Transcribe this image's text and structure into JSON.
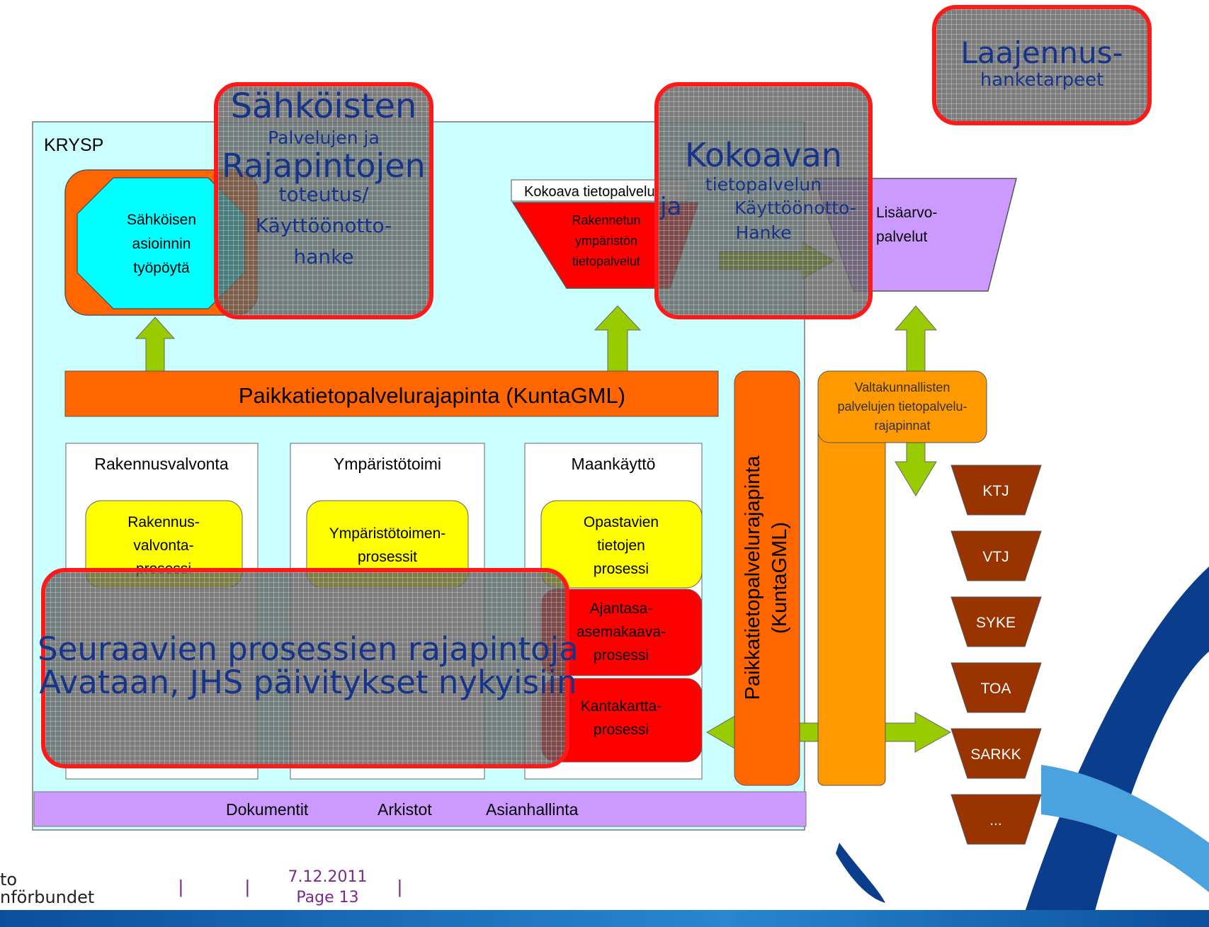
{
  "krysp": {
    "title": "KRYSP"
  },
  "octagon": {
    "label": [
      "Sähköisen",
      "asioinnin",
      "työpöytä"
    ]
  },
  "kokoava": {
    "header": "Kokoava tietopalvelu",
    "label": [
      "Rakennetun",
      "ympäristön",
      "tietopalvelut"
    ]
  },
  "lisaarvo": {
    "label": [
      "Lisäarvo-",
      "palvelut"
    ]
  },
  "interface_bar": {
    "label": "Paikkatietopalvelurajapinta (KuntaGML)"
  },
  "vertical_interface": {
    "label": [
      "Paikkatietopalvelurajapinta",
      "(KuntaGML)"
    ]
  },
  "valtakunnallisten": {
    "label": [
      "Valtakunnallisten",
      "palvelujen tietopalvelu-",
      "rajapinnat"
    ]
  },
  "columns": [
    {
      "title": "Rakennusvalvonta",
      "process": [
        "Rakennus-",
        "valvonta-",
        "prosessi"
      ]
    },
    {
      "title": "Ympäristötoimi",
      "process": [
        "Ympäristötoimen-",
        "prosessit"
      ]
    },
    {
      "title": "Maankäyttö",
      "process": [
        "Opastavien",
        "tietojen",
        "prosessi"
      ]
    }
  ],
  "red_processes": [
    [
      "Ajantasa-",
      "asemakaava-",
      "prosessi"
    ],
    [
      "Kantakartta-",
      "prosessi"
    ]
  ],
  "national_services": [
    "KTJ",
    "VTJ",
    "SYKE",
    "TOA",
    "SARKK",
    "..."
  ],
  "bottom_bar": {
    "items": [
      "Dokumentit",
      "Arkistot",
      "Asianhallinta"
    ]
  },
  "overlays": {
    "top_left": [
      "Sähköisten",
      "Palvelujen ja",
      "Rajapintojen",
      "toteutus/",
      "Käyttöönotto-",
      "hanke"
    ],
    "top_middle": [
      "Kokoavan",
      "tietopalvelun",
      "ja",
      "Käyttöönotto-",
      "Hanke"
    ],
    "top_right": [
      "Laajennus-",
      "hanketarpeet"
    ],
    "bottom": [
      "Seuraavien prosessien rajapintoja",
      "Avataan, JHS päivitykset nykyisiin"
    ]
  },
  "footer": {
    "logo_lines": [
      "to",
      "nförbundet"
    ],
    "date": "7.12.2011",
    "page": "Page 13",
    "separators": [
      "|",
      "|",
      "|"
    ]
  },
  "colors": {
    "background": "#ccffff",
    "orange": "#ff6600",
    "amber": "#ff9900",
    "yellow": "#ffff00",
    "red": "#ff0000",
    "violet": "#cc99ff",
    "brown": "#993300",
    "cyan": "#00ffff",
    "green": "#99cc00",
    "overlay_border": "#ff1a1a",
    "overlay_text": "#16358a",
    "footer_band": "#0a4f9c"
  }
}
